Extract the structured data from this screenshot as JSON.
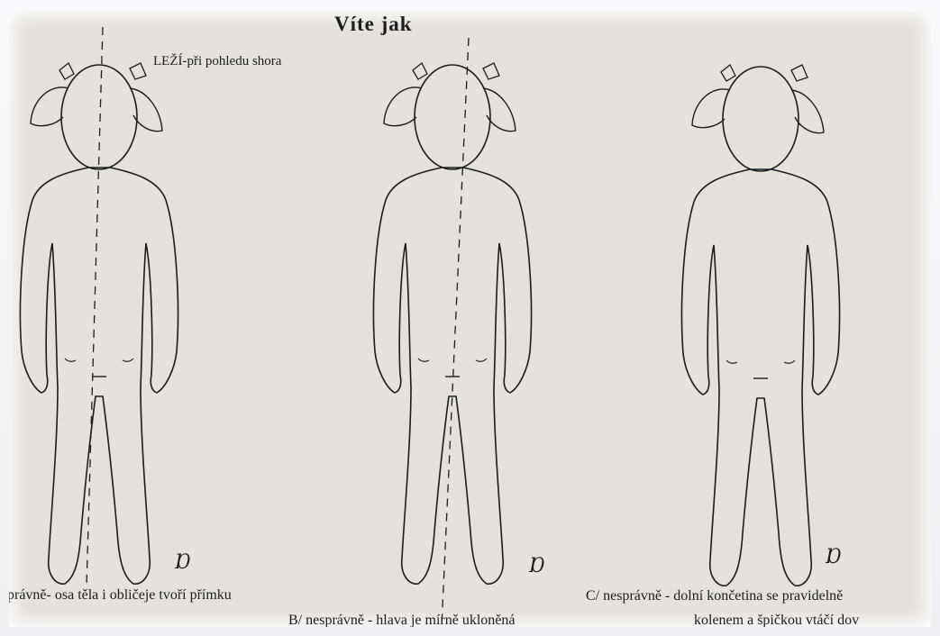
{
  "title": "Víte jak",
  "view_note": "LEŽÍ-při pohledu shora",
  "figures": [
    {
      "caption": "právně- osa těla i obličeje tvoří přímku",
      "mark": "Ɒ"
    },
    {
      "caption": "B/ nesprávně - hlava je mírně ukloněná",
      "mark": "Ɒ"
    },
    {
      "caption": "C/ nesprávně - dolní končetina se pravidelně",
      "caption_line2": "kolenem a špičkou vtáčí dov",
      "mark": "Ɒ"
    }
  ],
  "colors": {
    "paper": "#e5e1dc",
    "ink": "#1d1d1d",
    "frame": "#f4f5f7"
  }
}
